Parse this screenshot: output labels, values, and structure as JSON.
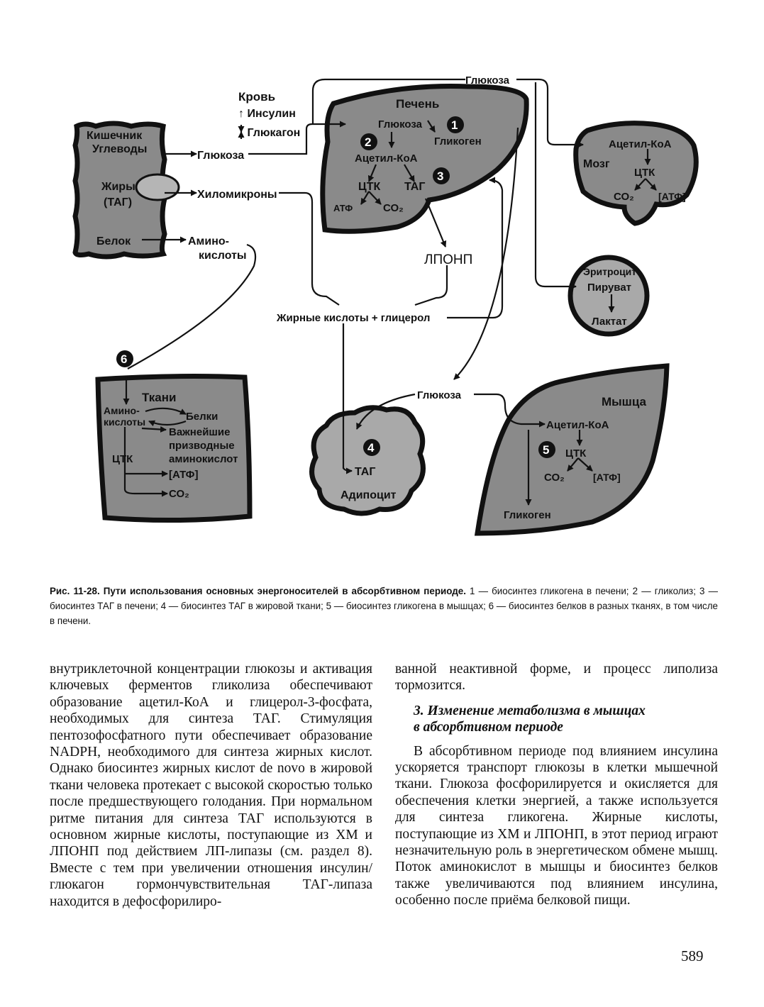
{
  "figure": {
    "blood": {
      "title": "Кровь",
      "insulin": "↑ Инсулин",
      "glucagon": "↓ Глюкагон"
    },
    "intestine": {
      "title": "Кишечник",
      "carbs": "Углеводы",
      "fats": "Жиры",
      "fats2": "(ТАГ)",
      "protein": "Белок"
    },
    "flows": {
      "glucose_mid": "Глюкоза",
      "chylomicrons": "Хиломикроны",
      "amino1": "Амино-",
      "amino2": "кислоты",
      "glucose_top": "Глюкоза",
      "vldl": "ЛПОНП",
      "fatty_acids": "Жирные кислоты + глицерол",
      "glucose_low": "Глюкоза"
    },
    "liver": {
      "title": "Печень",
      "glucose": "Глюкоза",
      "glycogen": "Гликоген",
      "acetyl": "Ацетил-КоА",
      "tca": "ЦТК",
      "tag": "ТАГ",
      "atp": "АТФ",
      "co2": "СО₂"
    },
    "brain": {
      "acetyl": "Ацетил-КоА",
      "title": "Мозг",
      "tca": "ЦТК",
      "co2": "СО₂",
      "atp": "[АТФ]"
    },
    "rbc": {
      "title": "Эритроцит",
      "pyruvate": "Пируват",
      "lactate": "Лактат"
    },
    "tissues": {
      "title": "Ткани",
      "amino1": "Амино-",
      "amino2": "кислоты",
      "proteins": "Белки",
      "deriv1": "Важнейшие",
      "deriv2": "призводные",
      "deriv3": "аминокислот",
      "tca": "ЦТК",
      "atp": "[АТФ]",
      "co2": "СО₂"
    },
    "adipocyte": {
      "tag": "ТАГ",
      "title": "Адипоцит"
    },
    "muscle": {
      "title": "Мышца",
      "acetyl": "Ацетил-КоА",
      "tca": "ЦТК",
      "co2": "СО₂",
      "atp": "[АТФ]",
      "glycogen": "Гликоген"
    },
    "badges": [
      "1",
      "2",
      "3",
      "4",
      "5",
      "6"
    ]
  },
  "caption": {
    "label": "Рис. 11-28. Пути использования основных энергоносителей в абсорбтивном периоде.",
    "text": " 1 — биосинтез гликогена в печени; 2 — гликолиз; 3 — биосинтез ТАГ в печени; 4 — биосинтез ТАГ в жировой ткани; 5 — биосинтез гликогена в мышцах; 6 — биосинтез белков в разных тканях, в том числе в печени."
  },
  "left_column": "внутриклеточной концентрации глюкозы и активация ключевых ферментов гликолиза обеспечивают образование ацетил-КоА и глицерол-3-фосфата, необходимых для синтеза ТАГ. Стимуляция пентозофосфатного пути обеспечивает образование NADPH, необходимого для синтеза жирных кислот. Однако биосинтез жирных кислот de novo в жировой ткани человека протекает с высокой скоростью только после предшествующего голодания. При нормальном ритме питания для синтеза ТАГ используются в основном жирные кислоты, поступающие из ХМ и ЛПОНП под действием ЛП-липазы (см. раздел 8). Вместе с тем при увеличении отношения инсулин/глюкагон гормончувствительная ТАГ-липаза находится в дефосфорилиро-",
  "right_column": {
    "continuation": "ванной неактивной форме, и процесс липолиза тормозится.",
    "section_title_1": "3. Изменение метаболизма в мышцах",
    "section_title_2": "в абсорбтивном периоде",
    "paragraph": "В абсорбтивном периоде под влиянием инсулина ускоряется транспорт глюкозы в клетки мышечной ткани. Глюкоза фосфорилируется и окисляется для обеспечения клетки энергией, а также используется для синтеза гликогена. Жирные кислоты, поступающие из ХМ и ЛПОНП, в этот период играют незначительную роль в энергетическом обмене мышц. Поток аминокислот в мышцы и биосинтез белков также увеличиваются под влиянием инсулина, особенно после приёма белковой пищи."
  },
  "page_number": "589"
}
